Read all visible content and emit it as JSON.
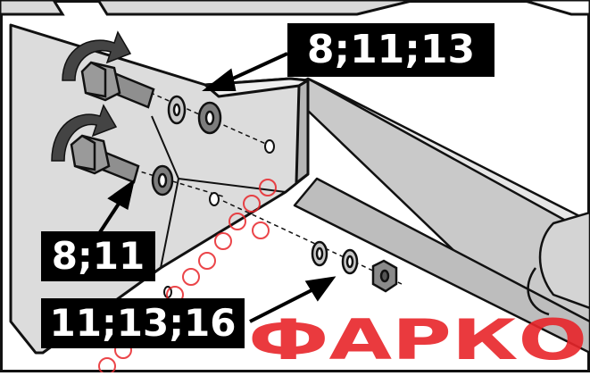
{
  "callouts": {
    "top": "8;11;13",
    "left": "8;11",
    "bottom": "11;13;16"
  },
  "watermark": {
    "text": "ФАРКО",
    "color": "#e8252a"
  },
  "colors": {
    "label_bg": "#000000",
    "label_text": "#ffffff",
    "metal_light": "#e2e2e2",
    "metal_mid": "#c9c9c9",
    "metal_dark": "#8f8f8f",
    "outline": "#111111"
  }
}
